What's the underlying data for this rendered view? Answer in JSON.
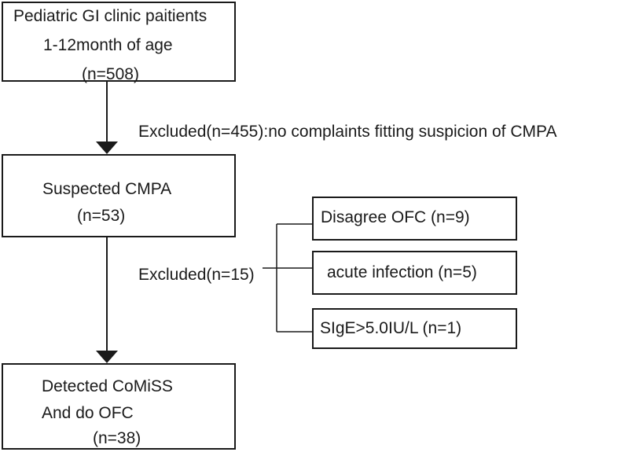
{
  "boxes": {
    "start": {
      "line1": "Pediatric GI clinic paitients",
      "line2": "1-12month of age",
      "line3": "(n=508)"
    },
    "suspected": {
      "line1": "Suspected CMPA",
      "line2": "(n=53)"
    },
    "final": {
      "line1": "Detected CoMiSS",
      "line2": "And do OFC",
      "line3": "(n=38)"
    }
  },
  "exclusions": {
    "first": "Excluded(n=455):no complaints fitting suspicion of CMPA",
    "second": "Excluded(n=15)",
    "reasons": [
      "Disagree OFC (n=9)",
      "acute infection (n=5)",
      "SIgE>5.0IU/L (n=1)"
    ]
  },
  "colors": {
    "line": "#1a1a1a",
    "background": "#ffffff"
  }
}
